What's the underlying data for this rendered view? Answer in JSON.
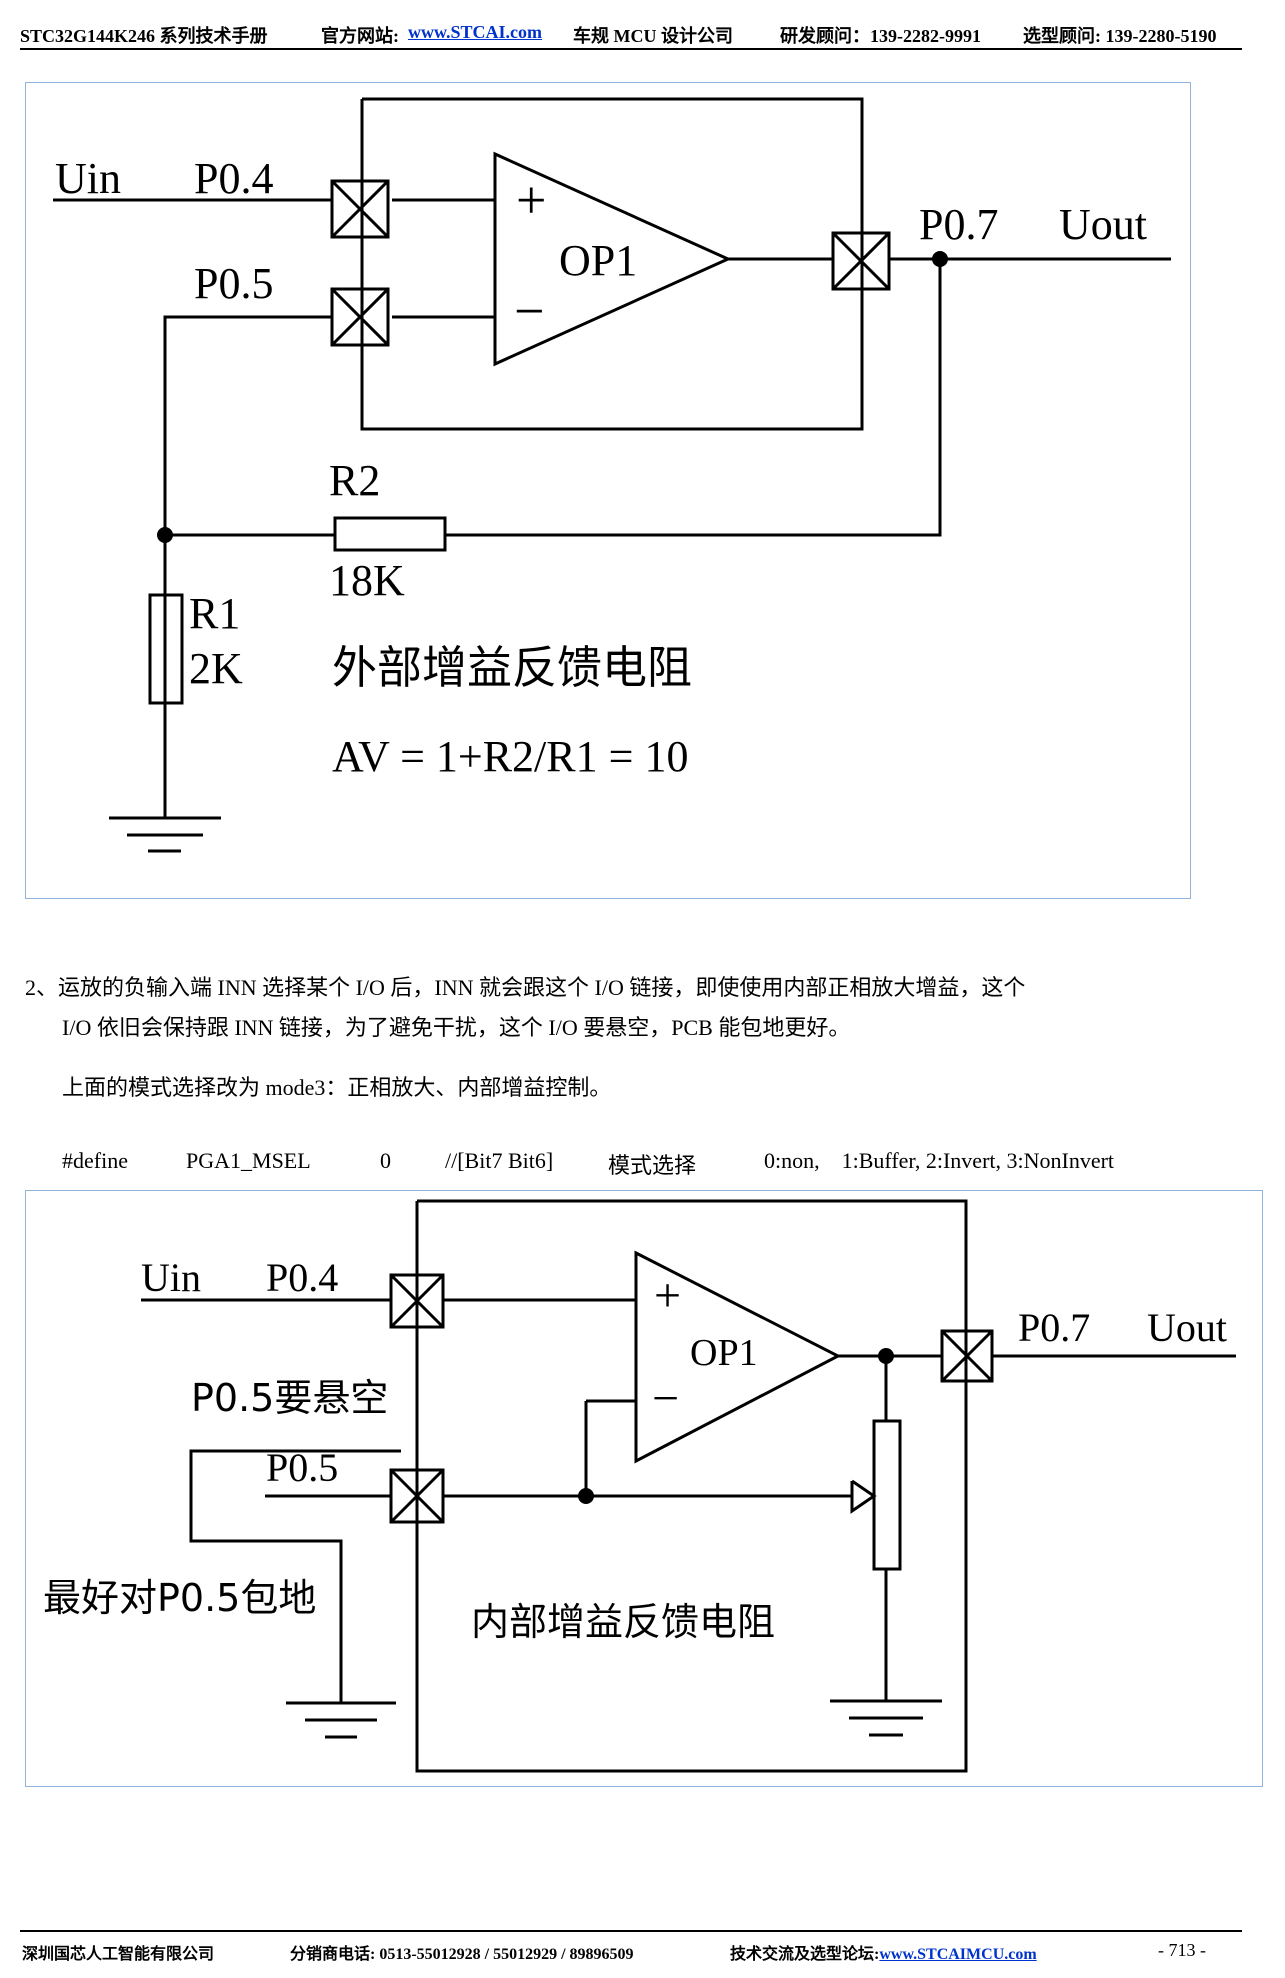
{
  "header": {
    "series": "STC32G144K246 系列技术手册",
    "site_label": "官方网站:",
    "site_url": "www.STCAI.com",
    "company": "车规 MCU 设计公司",
    "rd_contact": "研发顾问：139-2282-9991",
    "sel_contact": "选型顾问: 139-2280-5190"
  },
  "fig1": {
    "uin": "Uin",
    "p04": "P0.4",
    "p05": "P0.5",
    "p07": "P0.7",
    "uout": "Uout",
    "op": "OP1",
    "plus": "+",
    "minus": "−",
    "r2": "R2",
    "r2_val": "18K",
    "r1": "R1",
    "r1_val": "2K",
    "caption": "外部增益反馈电阻",
    "formula": "AV = 1+R2/R1 = 10"
  },
  "para": {
    "line1": "2、运放的负输入端 INN 选择某个 I/O 后，INN 就会跟这个 I/O 链接，即使使用内部正相放大增益，这个",
    "line2": "I/O 依旧会保持跟 INN 链接，为了避免干扰，这个 I/O 要悬空，PCB 能包地更好。",
    "line3": "上面的模式选择改为 mode3：正相放大、内部增益控制。"
  },
  "code": {
    "directive": "#define",
    "name": "PGA1_MSEL",
    "value": "0",
    "comment": "//[Bit7 Bit6]",
    "desc": "模式选择",
    "options": "0:non,    1:Buffer, 2:Invert, 3:NonInvert"
  },
  "fig2": {
    "uin": "Uin",
    "p04": "P0.4",
    "p05": "P0.5",
    "p07": "P0.7",
    "uout": "Uout",
    "op": "OP1",
    "plus": "+",
    "minus": "−",
    "float_note": "P0.5要悬空",
    "ground_note": "最好对P0.5包地",
    "caption": "内部增益反馈电阻"
  },
  "footer": {
    "company": "深圳国芯人工智能有限公司",
    "phone": "分销商电话: 0513-55012928 / 55012929 / 89896509",
    "forum_label": "技术交流及选型论坛:",
    "forum_url": "www.STCAIMCU.com",
    "page": "- 713 -"
  }
}
